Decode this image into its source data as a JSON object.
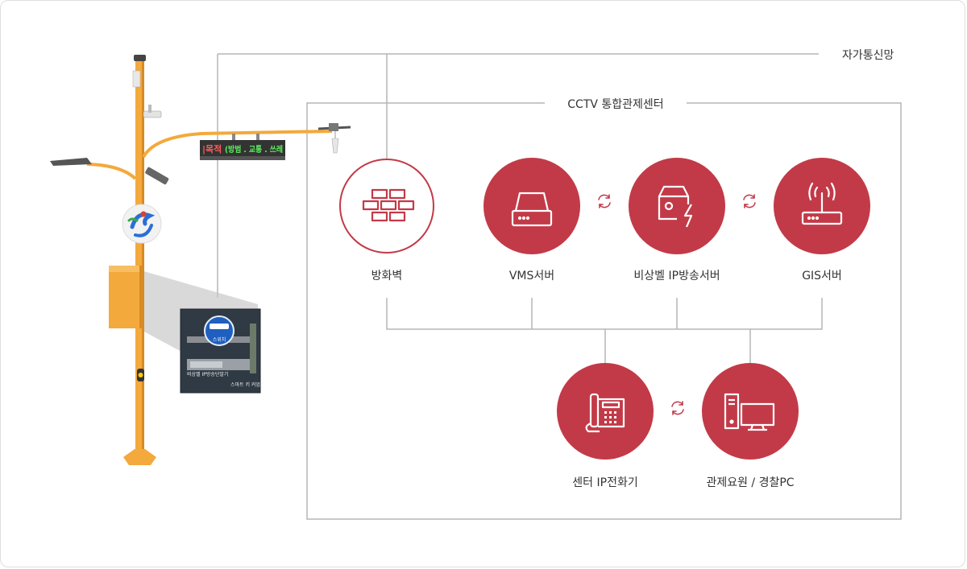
{
  "network_label": "자가통신망",
  "center_label": "CCTV 통합관제센터",
  "pole": {
    "sign_text_red": "|목적",
    "sign_text_green": "(방범 . 교통 . 쓰레",
    "cabinet_badge": "스위치",
    "cabinet_caption": "비상벨 IP방송단말기",
    "cabinet_caption2": "스마트 키 커업"
  },
  "nodes": {
    "firewall": {
      "label": "방화벽",
      "icon": "brick-wall-icon"
    },
    "vms": {
      "label": "VMS서버",
      "icon": "hard-drive-icon"
    },
    "emergency": {
      "label": "비상벨 IP방송서버",
      "icon": "power-box-icon"
    },
    "gis": {
      "label": "GIS서버",
      "icon": "wifi-router-icon"
    },
    "phone": {
      "label": "센터 IP전화기",
      "icon": "desk-phone-icon"
    },
    "operator": {
      "label": "관제요원 / 경찰PC",
      "icon": "desktop-pc-icon"
    }
  },
  "colors": {
    "accent": "#c23a48",
    "line": "#b5b5b5",
    "pole": "#f3a93c",
    "pole_dark": "#d98a22",
    "sign_bg": "#333333"
  }
}
